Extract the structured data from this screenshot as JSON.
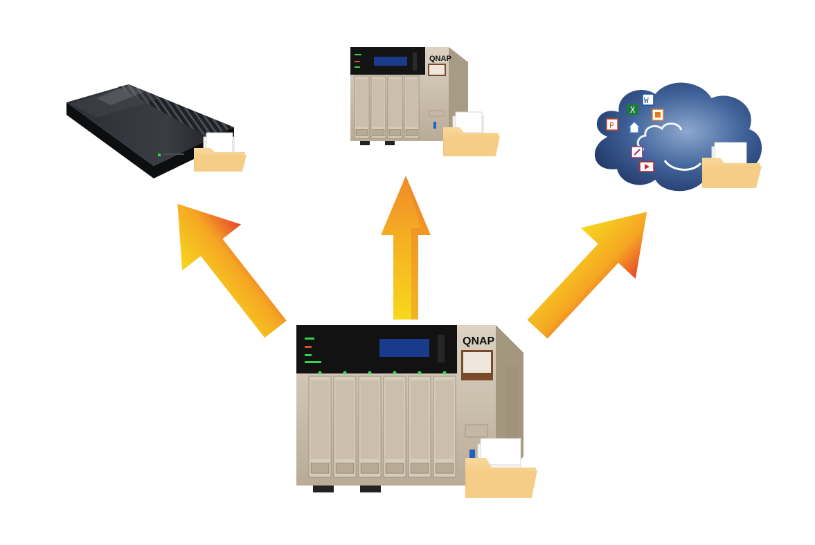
{
  "brand": {
    "logo_text": "QNAP"
  },
  "nodes": [
    {
      "id": "source-nas",
      "icon": "nas-6-bay-icon",
      "bays": 6
    },
    {
      "id": "target-external-drive",
      "icon": "external-hard-drive-icon"
    },
    {
      "id": "target-nas",
      "icon": "nas-4-bay-icon",
      "bays": 4
    },
    {
      "id": "target-cloud",
      "icon": "cloud-storage-icon"
    }
  ],
  "edges": [
    {
      "from": "source-nas",
      "to": "target-external-drive"
    },
    {
      "from": "source-nas",
      "to": "target-nas"
    },
    {
      "from": "source-nas",
      "to": "target-cloud"
    }
  ],
  "colors": {
    "arrow_light": "#f6d21e",
    "arrow_mid": "#f5a623",
    "arrow_dark": "#e8452c",
    "folder": "#f3c77b",
    "nas_body": "#cfc3b0",
    "cloud": "#2f4a7c"
  }
}
